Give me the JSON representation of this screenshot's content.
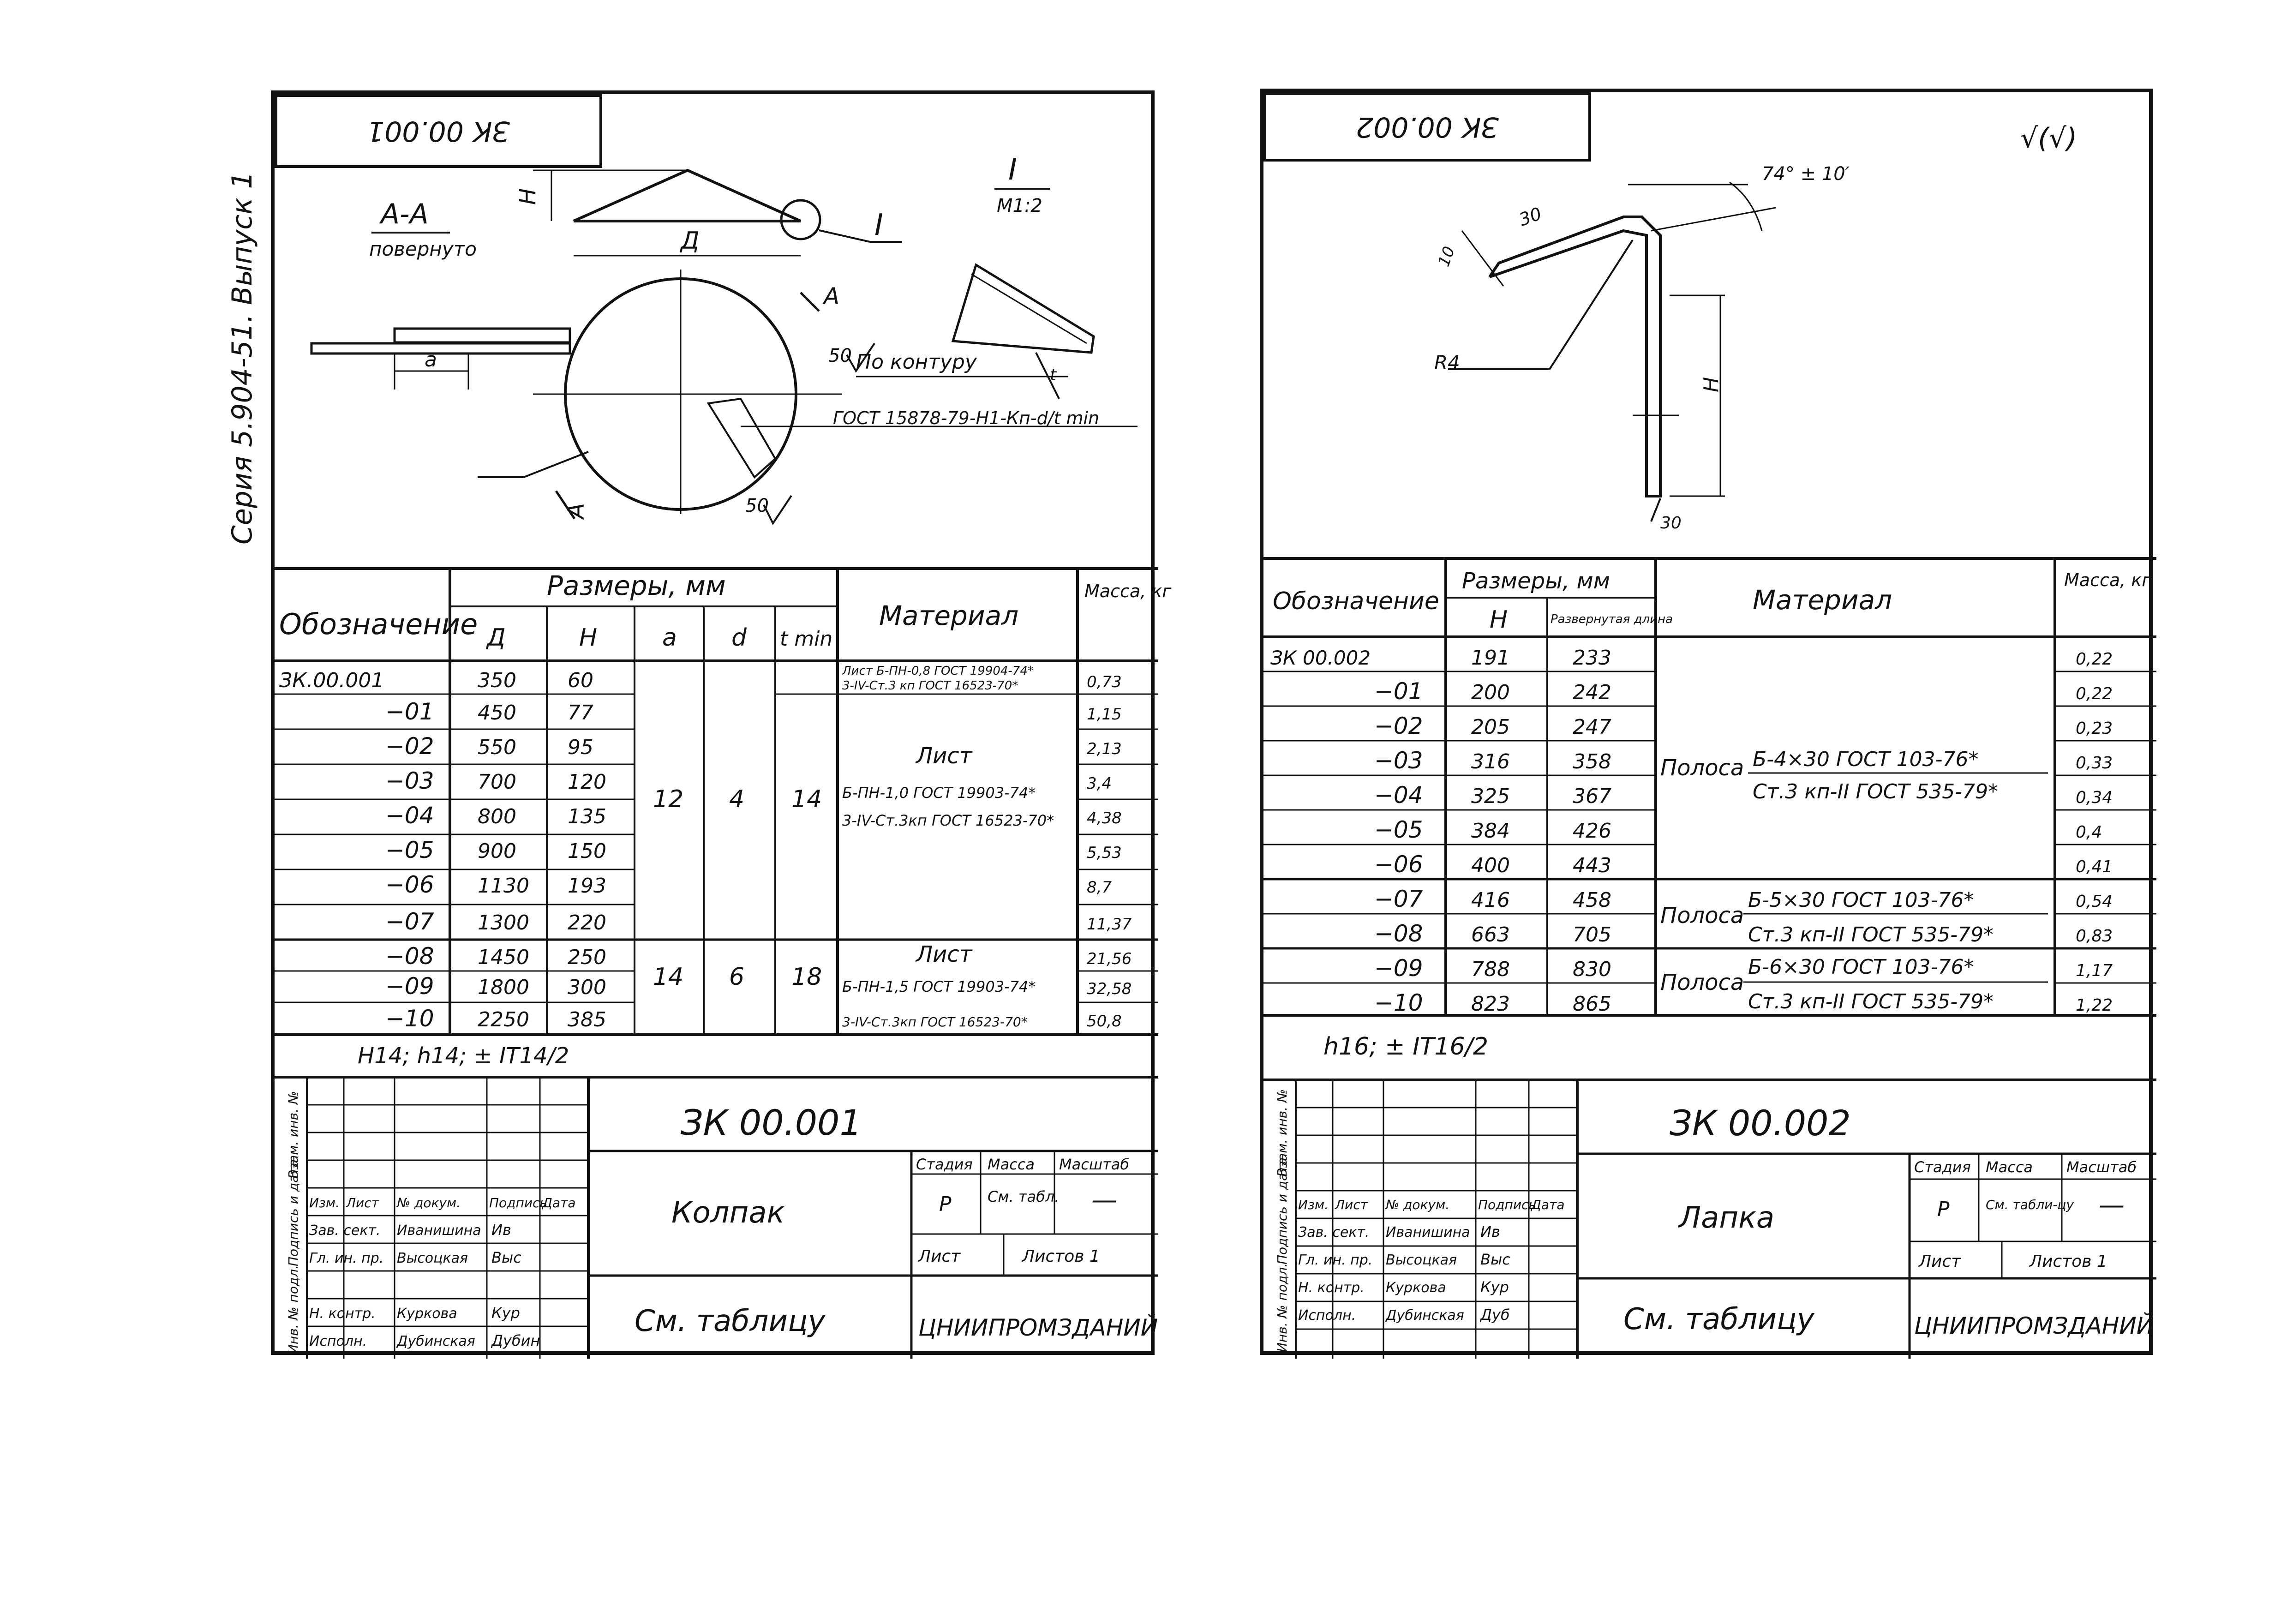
{
  "series_vertical": "Серия 5.904-51. Выпуск 1",
  "left": {
    "code_rotated": "ЗК 00.001",
    "section": "А-А",
    "section_sub": "повернуто",
    "detail": "I",
    "detail_scale": "М1:2",
    "dim_D": "Д",
    "dim_H": "Н",
    "dim_a": "а",
    "mark_A1": "А",
    "mark_A2": "А",
    "weld_note": "По контуру",
    "weld_val1": "50",
    "weld_val2": "50",
    "gost_note": "ГОСТ 15878-79-Н1-Кп-d/t min",
    "table": {
      "header_designation": "Обозначение",
      "header_dims": "Размеры, мм",
      "header_material": "Материал",
      "header_mass": "Масса, кг",
      "col_D": "Д",
      "col_H": "Н",
      "col_a": "а",
      "col_d": "d",
      "col_t": "t min",
      "rows": [
        {
          "code": "ЗК.00.001",
          "D": "350",
          "H": "60",
          "mass": "0,73"
        },
        {
          "code": "−01",
          "D": "450",
          "H": "77",
          "mass": "1,15"
        },
        {
          "code": "−02",
          "D": "550",
          "H": "95",
          "mass": "2,13"
        },
        {
          "code": "−03",
          "D": "700",
          "H": "120",
          "mass": "3,4"
        },
        {
          "code": "−04",
          "D": "800",
          "H": "135",
          "mass": "4,38"
        },
        {
          "code": "−05",
          "D": "900",
          "H": "150",
          "mass": "5,53"
        },
        {
          "code": "−06",
          "D": "1130",
          "H": "193",
          "mass": "8,7"
        },
        {
          "code": "−07",
          "D": "1300",
          "H": "220",
          "mass": "11,37"
        },
        {
          "code": "−08",
          "D": "1450",
          "H": "250",
          "mass": "21,56"
        },
        {
          "code": "−09",
          "D": "1800",
          "H": "300",
          "mass": "32,58"
        },
        {
          "code": "−10",
          "D": "2250",
          "H": "385",
          "mass": "50,8"
        }
      ],
      "group1": {
        "a": "12",
        "d": "4",
        "t": "14"
      },
      "group2": {
        "a": "14",
        "d": "6",
        "t": "18"
      },
      "mat_row1_a": "Лист Б-ПН-0,8 ГОСТ 19904-74*",
      "mat_row1_b": "3-IV-Ст.3 кп ГОСТ 16523-70*",
      "mat_g1_title": "Лист",
      "mat_g1_a": "Б-ПН-1,0 ГОСТ 19903-74*",
      "mat_g1_b": "3-IV-Ст.3кп ГОСТ 16523-70*",
      "mat_g2_title": "Лист",
      "mat_g2_a": "Б-ПН-1,5 ГОСТ 19903-74*",
      "mat_g2_b": "3-IV-Ст.3кп ГОСТ 16523-70*",
      "tolerance": "Н14; h14; ± IT14/2"
    },
    "stamp": {
      "code": "ЗК 00.001",
      "name": "Колпак",
      "material": "См. таблицу",
      "org": "ЦНИИПРОМЗДАНИЙ",
      "stage_h": "Стадия",
      "mass_h": "Масса",
      "scale_h": "Масштаб",
      "stage": "Р",
      "mass": "См. табл.",
      "scale": "—",
      "sheet": "Лист",
      "sheets": "Листов 1",
      "hdr": [
        "Изм.",
        "Лист",
        "№ докум.",
        "Подпись",
        "Дата"
      ],
      "roles": [
        "Зав. сект.",
        "Гл. ин. пр.",
        "",
        "Н. контр.",
        "Исполн."
      ],
      "names": [
        "Иванишина",
        "Высоцкая",
        "",
        "Куркова",
        "Дубинская"
      ],
      "signs": [
        "Ив",
        "Выс",
        "",
        "Кур",
        "Дубин"
      ],
      "side_labels": [
        "Инв. № подл.",
        "Подпись и дата",
        "Взам. инв. №"
      ]
    }
  },
  "right": {
    "code_rotated": "ЗК 00.002",
    "roughness": "√(√)",
    "angle": "74° ± 10′",
    "dim_30": "30",
    "dim_10": "10",
    "dim_R4": "R4",
    "dim_H": "Н",
    "dim_30b": "30",
    "table": {
      "header_designation": "Обозначение",
      "header_dims": "Размеры, мм",
      "header_material": "Материал",
      "header_mass": "Масса, кг",
      "col_H": "Н",
      "col_L": "Развернутая длина",
      "rows": [
        {
          "code": "ЗК 00.002",
          "H": "191",
          "L": "233",
          "mass": "0,22"
        },
        {
          "code": "−01",
          "H": "200",
          "L": "242",
          "mass": "0,22"
        },
        {
          "code": "−02",
          "H": "205",
          "L": "247",
          "mass": "0,23"
        },
        {
          "code": "−03",
          "H": "316",
          "L": "358",
          "mass": "0,33"
        },
        {
          "code": "−04",
          "H": "325",
          "L": "367",
          "mass": "0,34"
        },
        {
          "code": "−05",
          "H": "384",
          "L": "426",
          "mass": "0,4"
        },
        {
          "code": "−06",
          "H": "400",
          "L": "443",
          "mass": "0,41"
        },
        {
          "code": "−07",
          "H": "416",
          "L": "458",
          "mass": "0,54"
        },
        {
          "code": "−08",
          "H": "663",
          "L": "705",
          "mass": "0,83"
        },
        {
          "code": "−09",
          "H": "788",
          "L": "830",
          "mass": "1,17"
        },
        {
          "code": "−10",
          "H": "823",
          "L": "865",
          "mass": "1,22"
        }
      ],
      "mat1_label": "Полоса",
      "mat1_a": "Б-4×30 ГОСТ 103-76*",
      "mat1_b": "Ст.3 кп-II ГОСТ 535-79*",
      "mat2_label": "Полоса",
      "mat2_a": "Б-5×30 ГОСТ 103-76*",
      "mat2_b": "Ст.3 кп-II ГОСТ 535-79*",
      "mat3_label": "Полоса",
      "mat3_a": "Б-6×30 ГОСТ 103-76*",
      "mat3_b": "Ст.3 кп-II ГОСТ 535-79*",
      "tolerance": "h16; ± IT16/2"
    },
    "stamp": {
      "code": "ЗК 00.002",
      "name": "Лапка",
      "material": "См. таблицу",
      "org": "ЦНИИПРОМЗДАНИЙ",
      "stage_h": "Стадия",
      "mass_h": "Масса",
      "scale_h": "Масштаб",
      "stage": "Р",
      "mass": "См. табли-цу",
      "scale": "—",
      "sheet": "Лист",
      "sheets": "Листов 1",
      "hdr": [
        "Изм.",
        "Лист",
        "№ докум.",
        "Подпись",
        "Дата"
      ],
      "roles": [
        "Зав. сект.",
        "Гл. ин. пр.",
        "Н. контр.",
        "Исполн."
      ],
      "names": [
        "Иванишина",
        "Высоцкая",
        "Куркова",
        "Дубинская"
      ],
      "signs": [
        "Ив",
        "Выс",
        "Кур",
        "Дуб"
      ],
      "side_labels": [
        "Инв. № подл.",
        "Подпись и дата",
        "Взам. инв. №"
      ]
    }
  }
}
